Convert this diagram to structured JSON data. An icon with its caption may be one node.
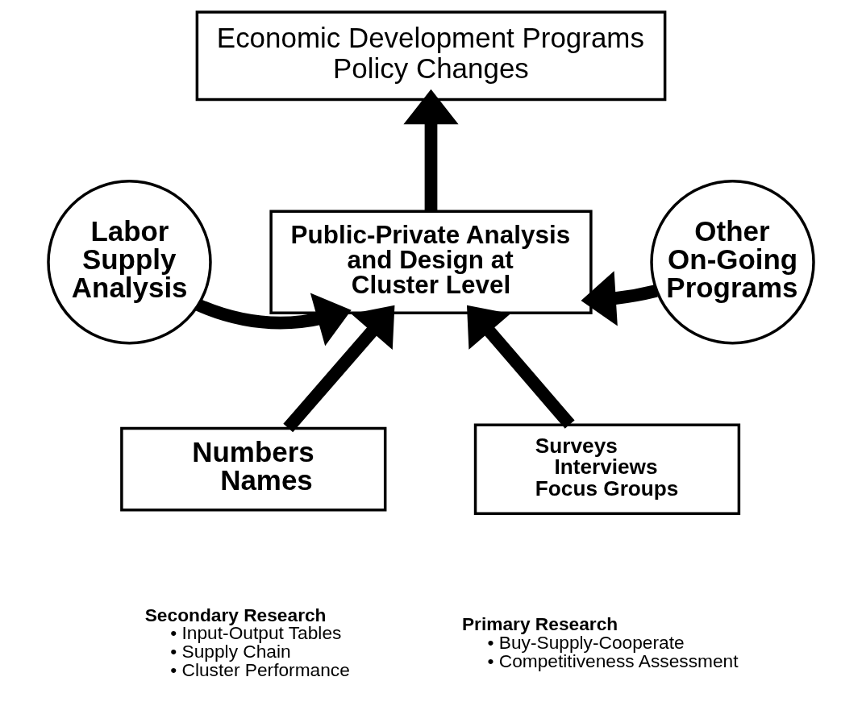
{
  "diagram": {
    "nodes": [
      {
        "text": [
          "Economic Development Programs",
          "Policy Changes"
        ]
      },
      {
        "text": [
          "Labor Supply Analysis"
        ]
      },
      {
        "text": [
          "Public-Private Analysis and Design at Cluster Level"
        ]
      },
      {
        "text": [
          "Other On-Going Programs"
        ]
      },
      {
        "text": [
          "Numbers",
          "Names"
        ],
        "beside": [
          "Secondary Research",
          "• Input-Output Tables",
          "• Supply Chain",
          "• Cluster Performance"
        ]
      },
      {
        "text": [
          "Surveys",
          "Interviews",
          "Focus Groups"
        ],
        "beside": [
          "Primary Research",
          "• Buy-Supply-Cooperate",
          "• Competitiveness Assessment"
        ]
      }
    ],
    "edges": [
      {
        "from": 2,
        "to": 0,
        "arrow": "to"
      },
      {
        "from": 1,
        "to": 2,
        "arrow": "to"
      },
      {
        "from": 3,
        "to": 2,
        "arrow": "to"
      },
      {
        "from": 4,
        "to": 2,
        "arrow": "to"
      },
      {
        "from": 5,
        "to": 2,
        "arrow": "to"
      }
    ]
  }
}
